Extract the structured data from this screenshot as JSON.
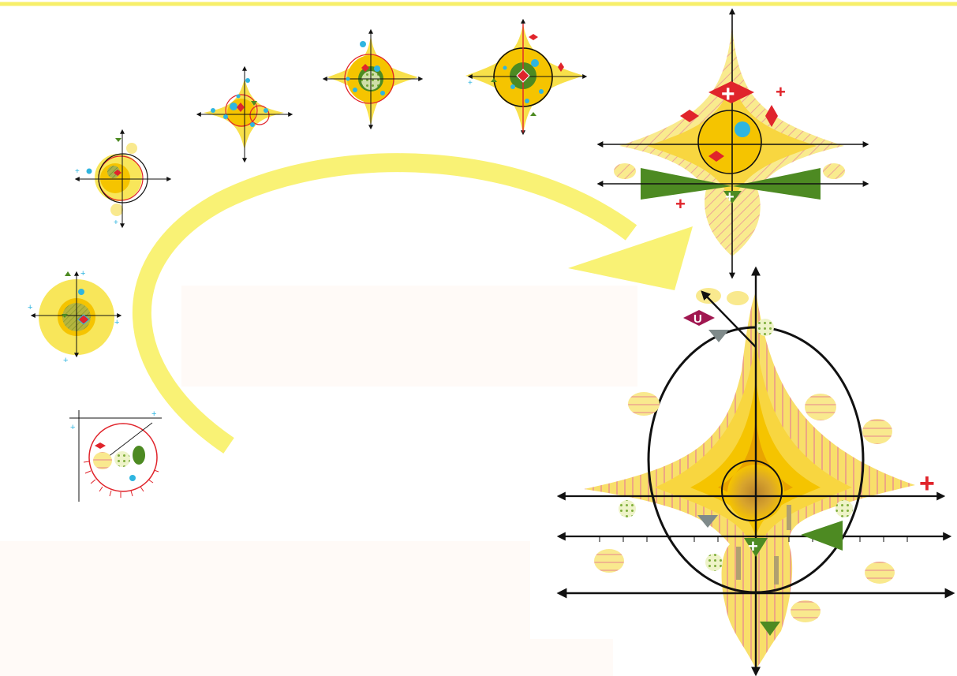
{
  "diagram": {
    "stages": [
      {
        "id": "stage-1",
        "label": "",
        "type": "circle-with-ruler"
      },
      {
        "id": "stage-2",
        "label": "",
        "type": "yellow-disk"
      },
      {
        "id": "stage-3",
        "label": "",
        "type": "small-target"
      },
      {
        "id": "stage-4",
        "label": "",
        "type": "small-star"
      },
      {
        "id": "stage-5",
        "label": "",
        "type": "medium-target"
      },
      {
        "id": "stage-6",
        "label": "",
        "type": "large-target"
      },
      {
        "id": "stage-7",
        "label": "",
        "type": "star-with-axes"
      },
      {
        "id": "stage-8",
        "label": "",
        "type": "complex-final"
      }
    ],
    "arrow": {
      "from": "stage-1",
      "to": "stage-7",
      "label": ""
    },
    "markers": {
      "u_badge": "U",
      "plus_symbol": "+"
    },
    "colors": {
      "top_border": "#f7ef6a",
      "arrow_yellow": "#f9f275",
      "bright_yellow": "#f8df3c",
      "deep_yellow": "#f5c400",
      "orange": "#e9a400",
      "light_yellow": "#f9e98e",
      "red": "#e0242b",
      "cyan": "#2fb5e0",
      "green": "#4d8a22",
      "maroon": "#a01750",
      "gray": "#7f8a8a"
    }
  }
}
